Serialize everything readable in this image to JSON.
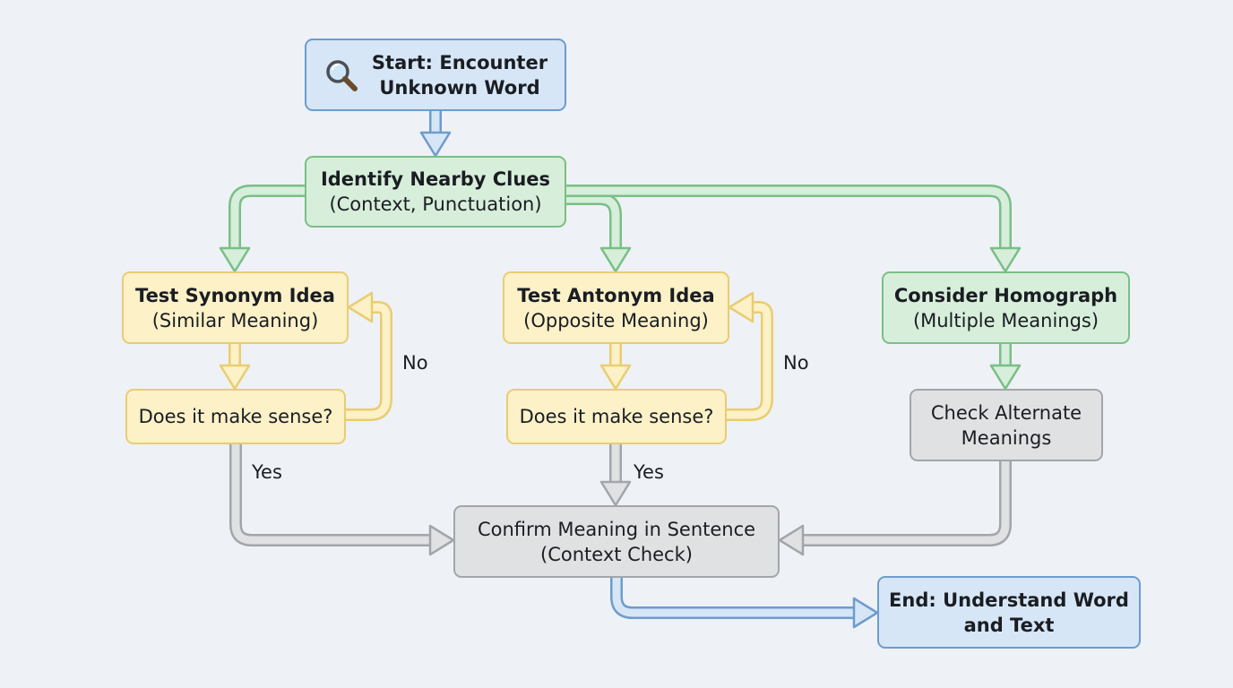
{
  "nodes": {
    "start": {
      "line1": "Start: Encounter",
      "line2": "Unknown Word",
      "icon": "magnifier-icon"
    },
    "identify": {
      "line1": "Identify Nearby Clues",
      "line2": "(Context, Punctuation)"
    },
    "synonym": {
      "line1": "Test Synonym Idea",
      "line2": "(Similar Meaning)"
    },
    "antonym": {
      "line1": "Test Antonym Idea",
      "line2": "(Opposite Meaning)"
    },
    "homograph": {
      "line1": "Consider Homograph",
      "line2": "(Multiple Meanings)"
    },
    "sense1": {
      "line1": "Does it make sense?"
    },
    "sense2": {
      "line1": "Does it make sense?"
    },
    "alternate": {
      "line1": "Check Alternate",
      "line2": "Meanings"
    },
    "confirm": {
      "line1": "Confirm Meaning in Sentence",
      "line2": "(Context Check)"
    },
    "end": {
      "line1": "End: Understand Word",
      "line2": "and Text"
    }
  },
  "edge_labels": {
    "no1": "No",
    "no2": "No",
    "yes1": "Yes",
    "yes2": "Yes"
  },
  "colors": {
    "blue": "#6d9ccd",
    "blue_fill": "#d6e6f6",
    "green": "#79bf86",
    "green_fill": "#d7eedb",
    "yellow": "#e9cd72",
    "yellow_fill": "#fcf1c7",
    "gray": "#a2a6ab",
    "gray_fill": "#dfe1e3",
    "background": "#eef1f6"
  }
}
